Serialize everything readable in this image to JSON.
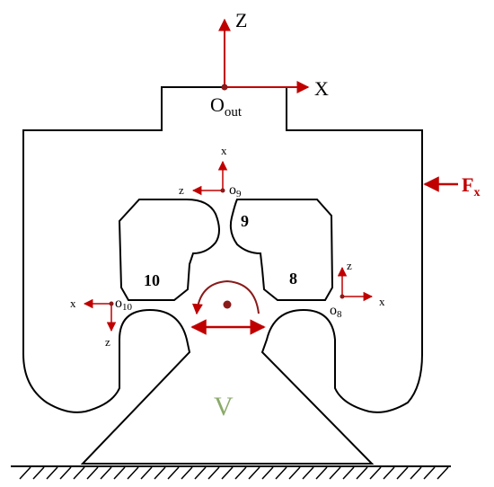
{
  "colors": {
    "outline": "#000000",
    "arrow": "#c00000",
    "rotation": "#8b1a1a",
    "label_v": "#8aaa6a"
  },
  "output_frame": {
    "axis_z": "Z",
    "axis_x": "X",
    "origin_main": "O",
    "origin_sub": "out"
  },
  "force": {
    "main": "F",
    "sub": "x"
  },
  "hinges": {
    "h9": {
      "number": "9",
      "axis_x": "x",
      "axis_z": "z",
      "origin_main": "o",
      "origin_sub": "9"
    },
    "h10": {
      "number": "10",
      "axis_x": "x",
      "axis_z": "z",
      "origin_main": "o",
      "origin_sub": "10"
    },
    "h8": {
      "number": "8",
      "axis_x": "x",
      "axis_z": "z",
      "origin_main": "o",
      "origin_sub": "8"
    }
  },
  "input": {
    "label": "V"
  }
}
